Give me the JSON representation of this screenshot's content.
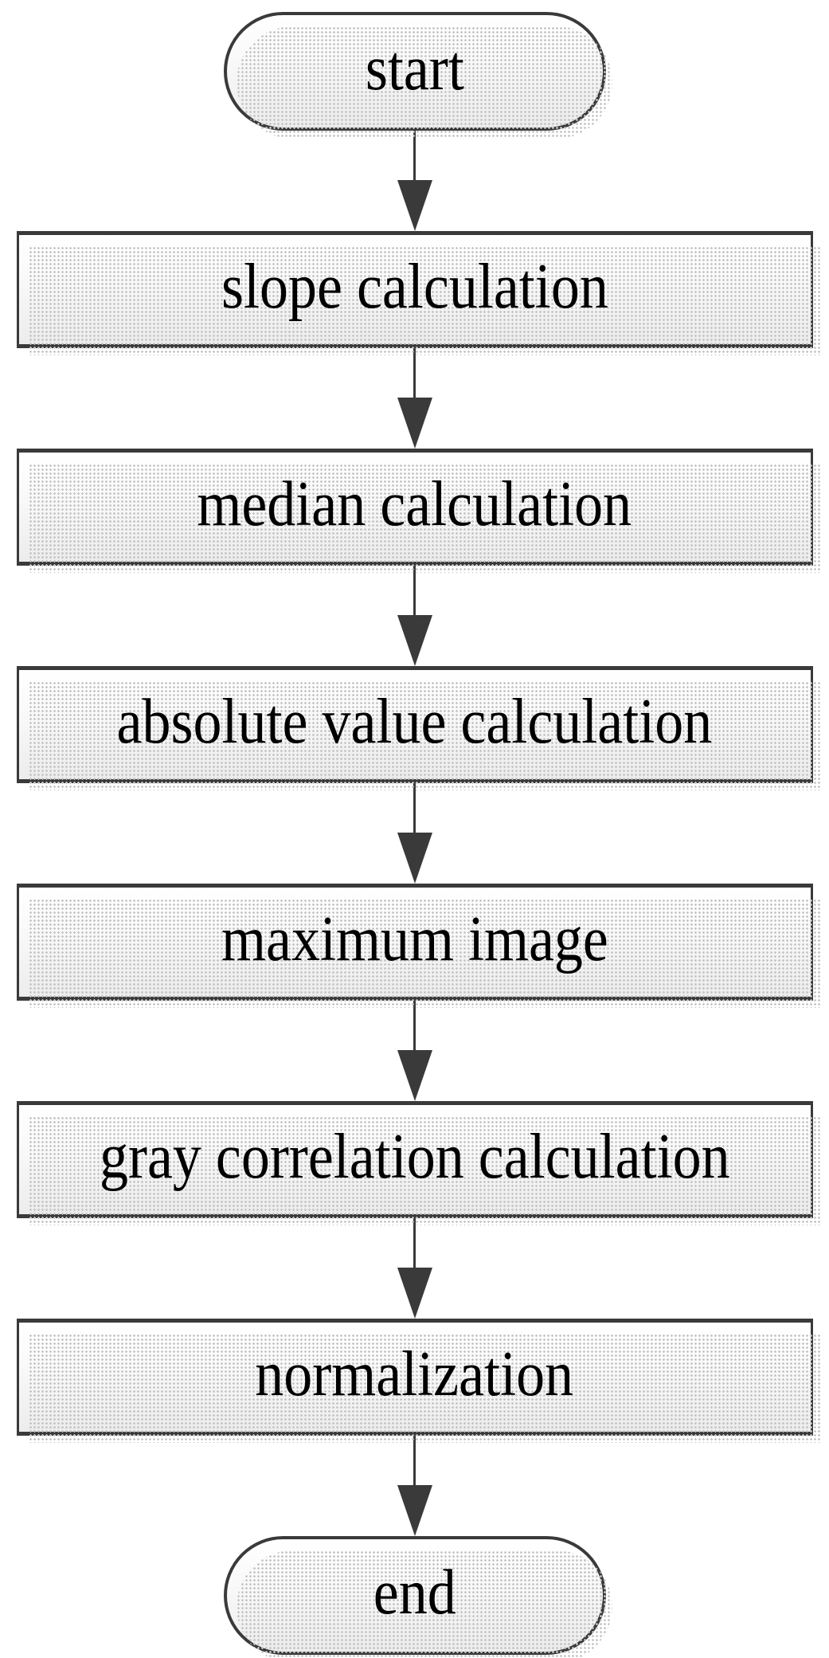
{
  "flowchart": {
    "description": "vertical process flowchart",
    "colors": {
      "border": "#3a3a3a",
      "arrow": "#3a3a3a",
      "fill_top": "#ffffff",
      "fill_bottom": "#ececec",
      "shadow_dot": "#c4c4c4",
      "text": "#000000",
      "background": "#ffffff"
    },
    "nodes": [
      {
        "id": "start",
        "type": "terminator",
        "label": "start"
      },
      {
        "id": "slope",
        "type": "process",
        "label": "slope calculation"
      },
      {
        "id": "median",
        "type": "process",
        "label": "median calculation"
      },
      {
        "id": "absolute",
        "type": "process",
        "label": "absolute value calculation"
      },
      {
        "id": "maximum",
        "type": "process",
        "label": "maximum image"
      },
      {
        "id": "gray",
        "type": "process",
        "label": "gray correlation calculation"
      },
      {
        "id": "normalize",
        "type": "process",
        "label": "normalization"
      },
      {
        "id": "end",
        "type": "terminator",
        "label": "end"
      }
    ],
    "edges": [
      {
        "from": "start",
        "to": "slope",
        "direction": "down"
      },
      {
        "from": "slope",
        "to": "median",
        "direction": "down"
      },
      {
        "from": "median",
        "to": "absolute",
        "direction": "down"
      },
      {
        "from": "absolute",
        "to": "maximum",
        "direction": "down"
      },
      {
        "from": "maximum",
        "to": "gray",
        "direction": "down"
      },
      {
        "from": "gray",
        "to": "normalize",
        "direction": "down"
      },
      {
        "from": "normalize",
        "to": "end",
        "direction": "down"
      }
    ]
  }
}
